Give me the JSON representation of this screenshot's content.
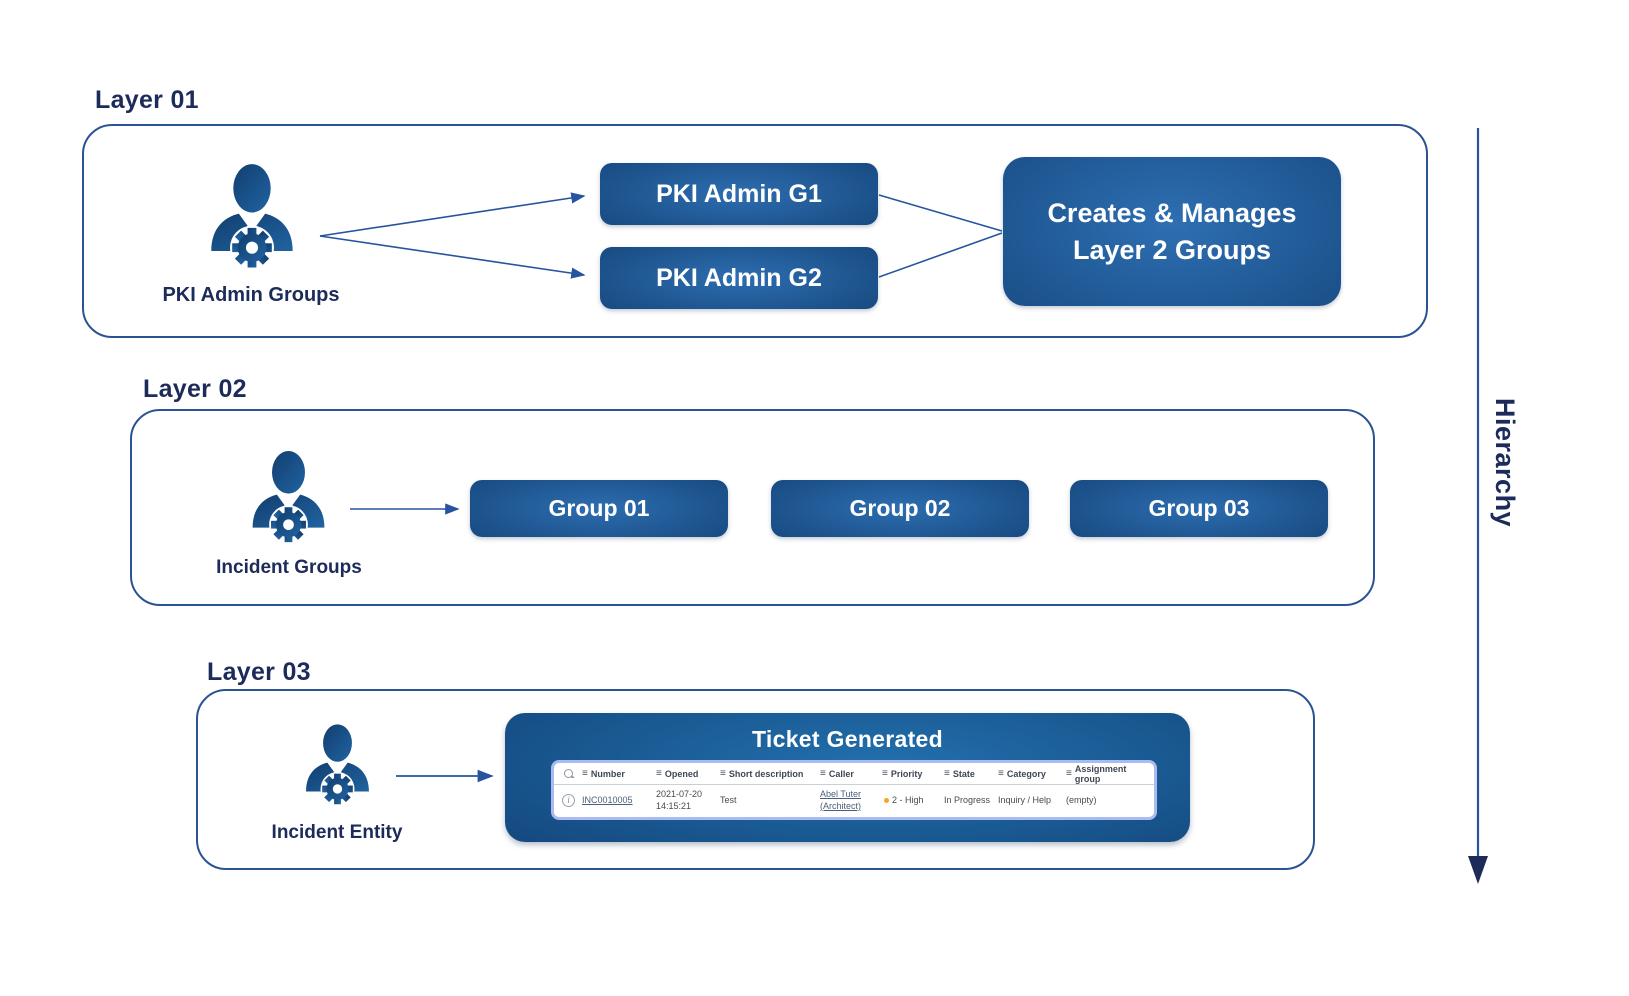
{
  "hierarchy_label": "Hierarchy",
  "layers": [
    {
      "label": "Layer 01",
      "actor_label": "PKI Admin Groups",
      "boxes": [
        "PKI Admin G1",
        "PKI Admin G2"
      ],
      "manager_label": "Creates & Manages\nLayer 2 Groups"
    },
    {
      "label": "Layer 02",
      "actor_label": "Incident Groups",
      "boxes": [
        "Group 01",
        "Group 02",
        "Group 03"
      ]
    },
    {
      "label": "Layer 03",
      "actor_label": "Incident Entity",
      "ticket": {
        "title": "Ticket Generated",
        "table": {
          "columns": [
            "Number",
            "Opened",
            "Short description",
            "Caller",
            "Priority",
            "State",
            "Category",
            "Assignment group"
          ],
          "row": {
            "number": "INC0010005",
            "opened": "2021-07-20\n14:15:21",
            "short_description": "Test",
            "caller": "Abel Tuter\n(Architect)",
            "priority": "2 - High",
            "state": "In Progress",
            "category": "Inquiry / Help",
            "assignment_group": "(empty)"
          }
        }
      }
    }
  ],
  "icons": {
    "column_menu": "≡",
    "info": "i"
  },
  "colors": {
    "navy_text": "#1d2b5a",
    "line_blue": "#27549e",
    "box_blue_light": "#2d6db0",
    "box_blue_dark": "#0d3360",
    "container_border": "#2b5393",
    "table_border": "#a9bbf0",
    "priority_dot": "#f5a623"
  }
}
